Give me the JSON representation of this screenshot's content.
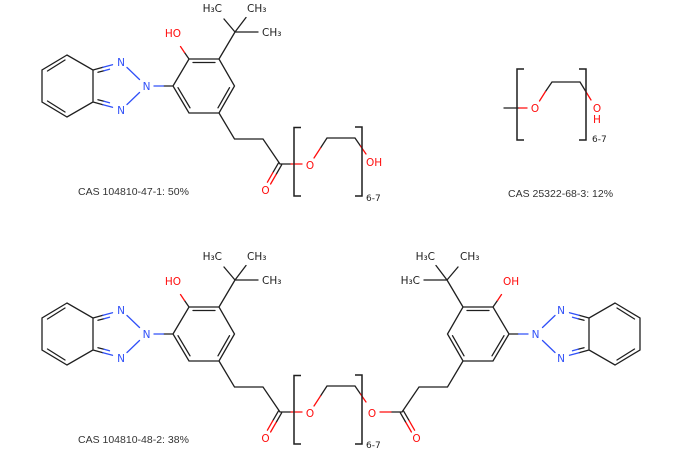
{
  "page": {
    "background": "#ffffff"
  },
  "colors": {
    "bond": "#1f1f1f",
    "nitrogen": "#3050f8",
    "oxygen": "#ff0d0d",
    "cas_text": "#333333"
  },
  "structures": {
    "s1": {
      "cas": "CAS 104810-47-1: 50%",
      "labels": {
        "ho": "HO",
        "h3c": "H₃C",
        "ch3_a": "CH₃",
        "ch3_b": "CH₃",
        "n_top": "N",
        "n_mid": "N",
        "n_bot": "N",
        "o_carbonyl": "O",
        "o_ester": "O",
        "oh": "OH",
        "repeat": "6-7"
      }
    },
    "s2": {
      "cas": "CAS 25322-68-3: 12%",
      "labels": {
        "o": "O",
        "o_end": "O",
        "h_end": "H",
        "repeat": "6-7"
      }
    },
    "s3": {
      "cas": "CAS 104810-48-2: 38%",
      "repeat": "6-7",
      "left": {
        "ho": "HO",
        "h3c": "H₃C",
        "ch3_a": "CH₃",
        "ch3_b": "CH₃",
        "n_top": "N",
        "n_mid": "N",
        "n_bot": "N",
        "o_carbonyl": "O",
        "o_ester": "O"
      },
      "right": {
        "oh": "OH",
        "h3c_a": "H₃C",
        "ch3": "CH₃",
        "h3c_b": "H₃C",
        "n_top": "N",
        "n_mid": "N",
        "n_bot": "N",
        "o_carbonyl": "O",
        "o_ester": "O"
      }
    }
  }
}
